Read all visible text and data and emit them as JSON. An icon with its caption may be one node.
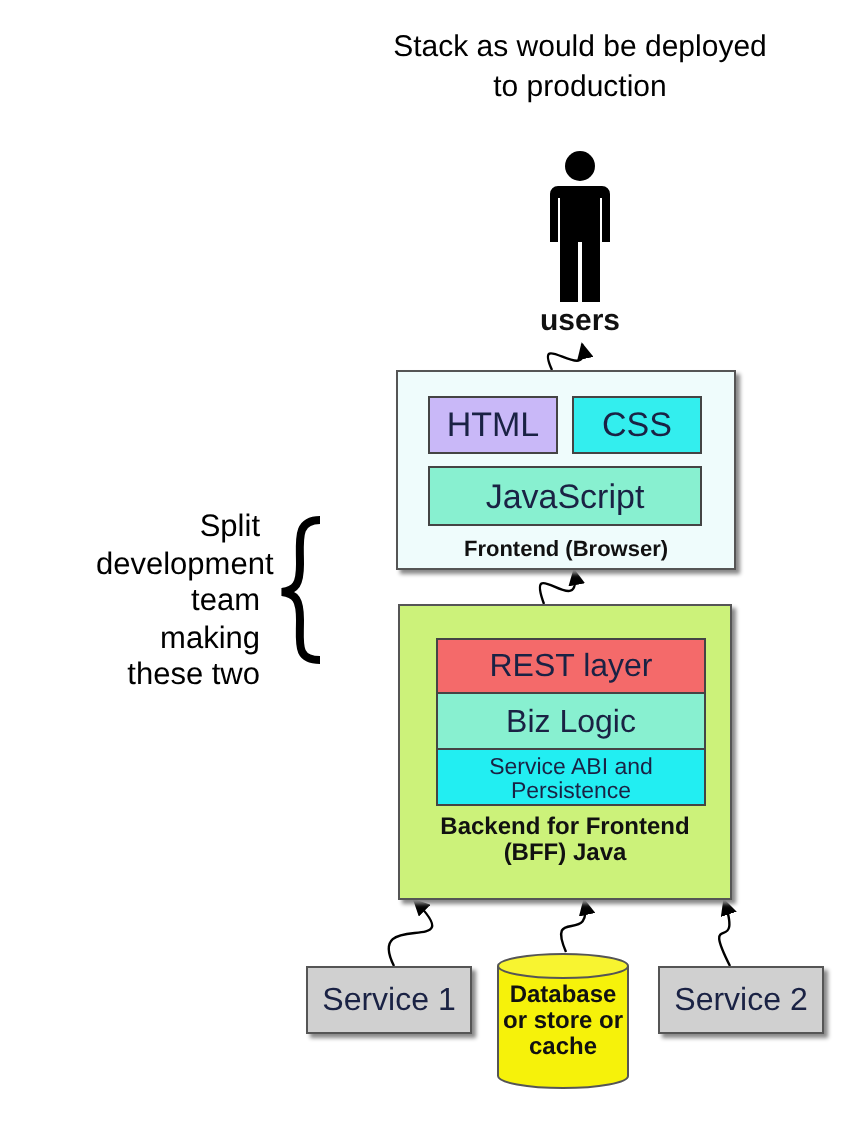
{
  "diagram": {
    "title": "Stack as would be deployed to production",
    "nodes": [
      {
        "text": [
          "users"
        ]
      },
      {
        "text": [
          "Frontend (Browser)"
        ]
      },
      {
        "text": [
          "HTML"
        ],
        "in": 1
      },
      {
        "text": [
          "CSS"
        ],
        "in": 1
      },
      {
        "text": [
          "JavaScript"
        ],
        "in": 1
      },
      {
        "text": [
          "Backend for Frontend (BFF) Java"
        ]
      },
      {
        "text": [
          "REST layer"
        ],
        "in": 5
      },
      {
        "text": [
          "Biz Logic"
        ],
        "in": 5
      },
      {
        "text": [
          "Service ABI and Persistence"
        ],
        "in": 5
      },
      {
        "text": [
          "Service 1"
        ]
      },
      {
        "text": [
          "Database or store or cache"
        ]
      },
      {
        "text": [
          "Service 2"
        ]
      }
    ],
    "edges": [
      {
        "from": 1,
        "to": 0,
        "arrow": "to"
      },
      {
        "from": 5,
        "to": 1,
        "arrow": "to"
      },
      {
        "from": 9,
        "to": 5,
        "arrow": "to"
      },
      {
        "from": 10,
        "to": 5,
        "arrow": "to"
      },
      {
        "from": 11,
        "to": 5,
        "arrow": "to"
      }
    ],
    "labels": [
      "Split development team making these two"
    ]
  }
}
